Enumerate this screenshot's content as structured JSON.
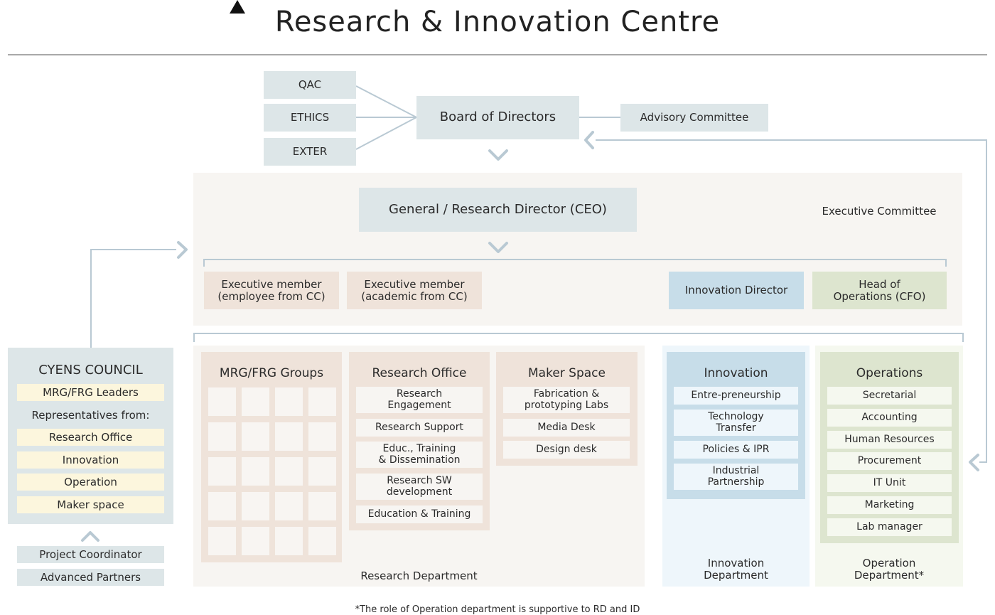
{
  "header": {
    "title": "Research & Innovation Centre"
  },
  "governance": {
    "qac": "QAC",
    "ethics": "ETHICS",
    "exter": "EXTER",
    "board": "Board of Directors",
    "advisory": "Advisory Committee"
  },
  "executive": {
    "ceo": "General / Research Director (CEO)",
    "committee_label": "Executive Committee",
    "member_employee": "Executive member\n(employee from CC)",
    "member_academic": "Executive member\n(academic from CC)",
    "innovation_director": "Innovation Director",
    "head_operations": "Head of\nOperations (CFO)"
  },
  "council": {
    "title": "CYENS COUNCIL",
    "leaders": "MRG/FRG Leaders",
    "reps_label": "Representatives from:",
    "reps": [
      "Research Office",
      "Innovation",
      "Operation",
      "Maker space"
    ],
    "project_coordinator": "Project Coordinator",
    "advanced_partners": "Advanced Partners"
  },
  "research_department": {
    "label": "Research Department",
    "mrg_title": "MRG/FRG Groups",
    "office_title": "Research Office",
    "office_items": [
      "Research\nEngagement",
      "Research Support",
      "Educ., Training\n& Dissemination",
      "Research SW\ndevelopment",
      "Education & Training"
    ],
    "maker_title": "Maker Space",
    "maker_items": [
      "Fabrication &\nprototyping Labs",
      "Media Desk",
      "Design desk"
    ]
  },
  "innovation_department": {
    "label": "Innovation\nDepartment",
    "title": "Innovation",
    "items": [
      "Entre-preneurship",
      "Technology\nTransfer",
      "Policies & IPR",
      "Industrial\nPartnership"
    ]
  },
  "operation_department": {
    "label": "Operation\nDepartment*",
    "title": "Operations",
    "items": [
      "Secretarial",
      "Accounting",
      "Human Resources",
      "Procurement",
      "IT Unit",
      "Marketing",
      "Lab manager"
    ]
  },
  "footnote": "*The role of Operation department is supportive to RD and ID",
  "colors": {
    "gray_box": "#dde6e8",
    "peach": "#efe3da",
    "blue": "#c7dde9",
    "green": "#dde5cf",
    "cream": "#fcf6dd",
    "line": "#b9c9d3"
  }
}
